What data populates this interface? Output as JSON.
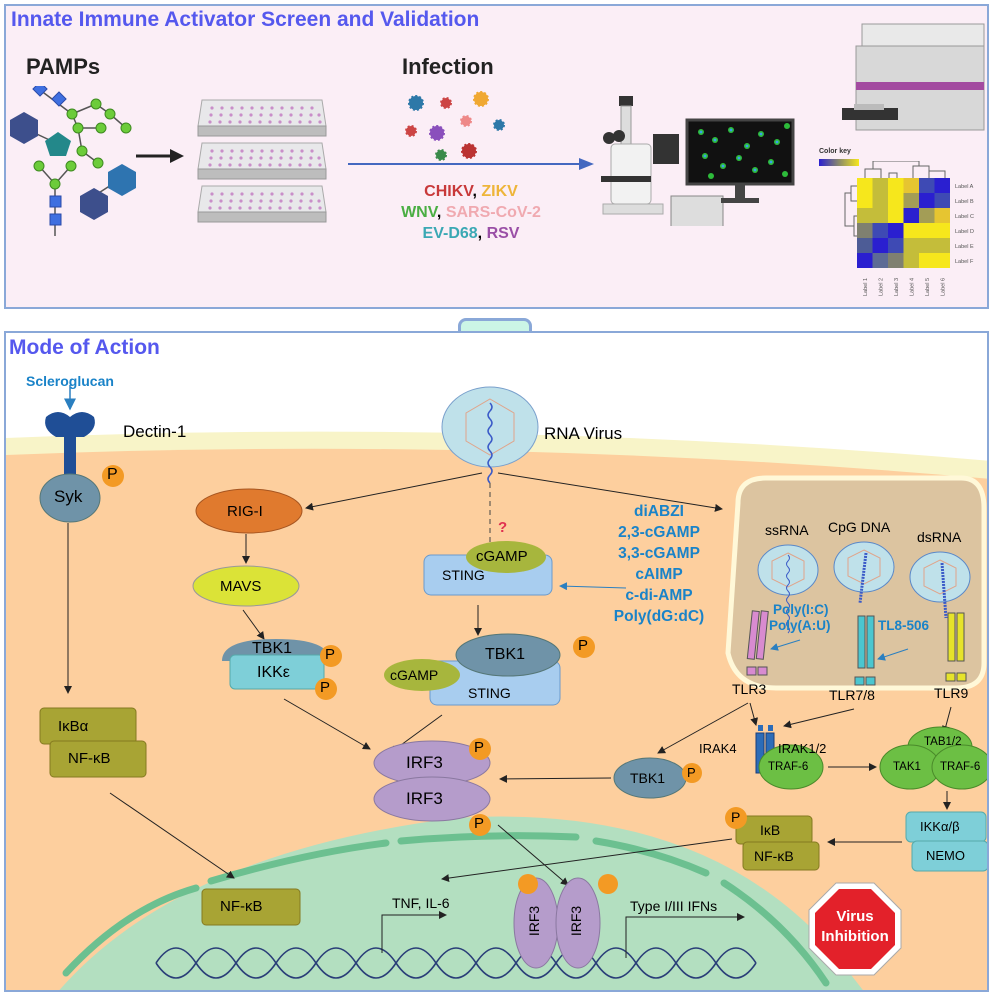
{
  "top_panel": {
    "title": "Innate Immune Activator Screen and Validation",
    "pamps_label": "PAMPs",
    "infection_label": "Infection",
    "viruses": [
      {
        "name": "CHIKV",
        "color": "#c8393a"
      },
      {
        "name": "ZIKV",
        "color": "#eeb53a"
      },
      {
        "name": "WNV",
        "color": "#4aae43"
      },
      {
        "name": "SARS-CoV-2",
        "color": "#f0a9b0"
      },
      {
        "name": "EV-D68",
        "color": "#3aa8b4"
      },
      {
        "name": "RSV",
        "color": "#9a4fa6"
      }
    ],
    "separator": ", ",
    "heatmap": {
      "color_key_label": "Color key",
      "row_labels": [
        "Label A",
        "Label B",
        "Label C",
        "Label D",
        "Label E",
        "Label F"
      ],
      "col_labels": [
        "Label 1",
        "Label 2",
        "Label 3",
        "Label 4",
        "Label 5",
        "Label 6"
      ],
      "cells": [
        [
          "#f6e71c",
          "#c4bd3a",
          "#f6e71c",
          "#e6c531",
          "#3e4ab4",
          "#2a1fd0"
        ],
        [
          "#f6e71c",
          "#c4bd3a",
          "#f6e71c",
          "#a39d56",
          "#2a1fd0",
          "#3e4ab4"
        ],
        [
          "#c4bd3a",
          "#c4bd3a",
          "#f6e71c",
          "#2a1fd0",
          "#a39d56",
          "#e6c531"
        ],
        [
          "#7f8070",
          "#3e4ab4",
          "#2a1fd0",
          "#f6e71c",
          "#f6e71c",
          "#f6e71c"
        ],
        [
          "#4d5c96",
          "#2a1fd0",
          "#3e4ab4",
          "#c4bd3a",
          "#c4bd3a",
          "#c4bd3a"
        ],
        [
          "#2a1fd0",
          "#5d6b95",
          "#7f8070",
          "#c4bd3a",
          "#f6e71c",
          "#f6e71c"
        ]
      ]
    }
  },
  "connector": {
    "icon": "arrow-down-icon"
  },
  "bottom_panel": {
    "title": "Mode of Action",
    "scleroglucan": "Scleroglucan",
    "dectin": "Dectin-1",
    "syk": "Syk",
    "phospho": "P",
    "rna_virus": "RNA Virus",
    "question_mark": "?",
    "rig_i": "RIG-I",
    "mavs": "MAVS",
    "tbk1": "TBK1",
    "ikke": "IKKε",
    "sting": "STING",
    "cgamp": "cGAMP",
    "sting_agonists": [
      "diABZI",
      "2,3-cGAMP",
      "3,3-cGAMP",
      "cAIMP",
      "c-di-AMP",
      "Poly(dG:dC)"
    ],
    "endosome": {
      "ssrna": "ssRNA",
      "cpg": "CpG DNA",
      "dsrna": "dsRNA",
      "tlr3_agonists": [
        "Poly(I:C)",
        "Poly(A:U)"
      ],
      "tlr78_agonist": "TL8-506",
      "tlr3": "TLR3",
      "tlr78": "TLR7/8",
      "tlr9": "TLR9"
    },
    "irak4": "IRAK4",
    "irak12": "IRAK1/2",
    "traf6": "TRAF-6",
    "tab12": "TAB1/2",
    "tak1": "TAK1",
    "ikkab": "IKKα/β",
    "nemo": "NEMO",
    "ikb": "IκB",
    "ikba": "IκBα",
    "nfkb": "NF-κB",
    "irf3": "IRF3",
    "tnf_il6": "TNF, IL-6",
    "type_ifn": "Type I/III IFNs",
    "virus_inhibition": [
      "Virus",
      "Inhibition"
    ]
  },
  "colors": {
    "title_blue": "#5558ee",
    "agonist_blue": "#1a83c8",
    "cytoplasm": "#fdcf9e",
    "nucleus": "#b3dfc0",
    "stop_red": "#e3212a"
  }
}
